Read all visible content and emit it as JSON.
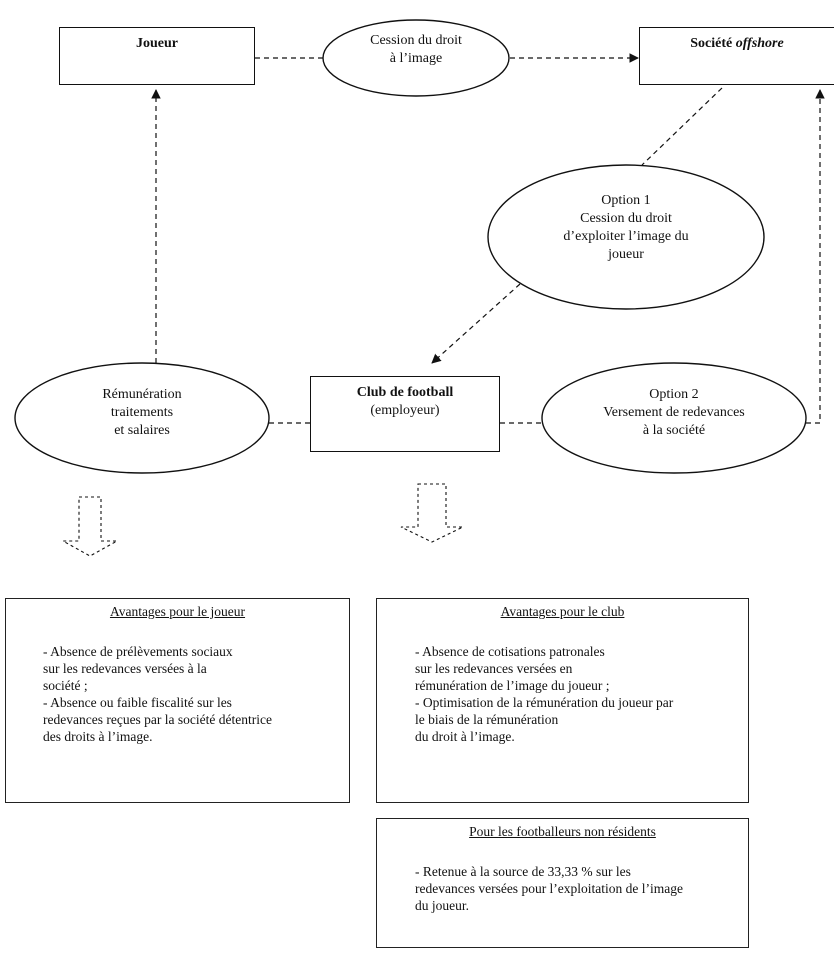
{
  "nodes": {
    "joueur": "Joueur",
    "societe": "Société",
    "societe_italic": "offshore",
    "cession": [
      "Cession du droit",
      "à l’image"
    ],
    "option1": [
      "Option 1",
      "Cession du droit",
      "d’exploiter l’image du",
      "joueur"
    ],
    "club_title": "Club de football",
    "club_sub": "(employeur)",
    "remuneration": [
      "Rémunération",
      "traitements",
      "et salaires"
    ],
    "option2": [
      "Option 2",
      "Versement de redevances",
      "à la société"
    ]
  },
  "panels": {
    "joueur": {
      "title": "Avantages pour le joueur",
      "lines": [
        "- Absence de prélèvements sociaux",
        "sur les redevances versées à la",
        "société ;",
        "- Absence ou faible fiscalité sur les",
        "redevances reçues par la société détentrice",
        "des droits à l’image."
      ]
    },
    "club": {
      "title": "Avantages pour le club",
      "lines": [
        "- Absence de cotisations patronales",
        "sur les redevances versées en",
        "rémunération de l’image du joueur ;",
        "- Optimisation de la rémunération du joueur par",
        "le biais de la rémunération",
        "du droit à l’image."
      ]
    },
    "non_residents": {
      "title": "Pour les footballeurs non résidents",
      "lines": [
        "- Retenue à la source de 33,33 % sur les",
        "redevances versées pour l’exploitation de l’image",
        "du joueur."
      ]
    }
  }
}
